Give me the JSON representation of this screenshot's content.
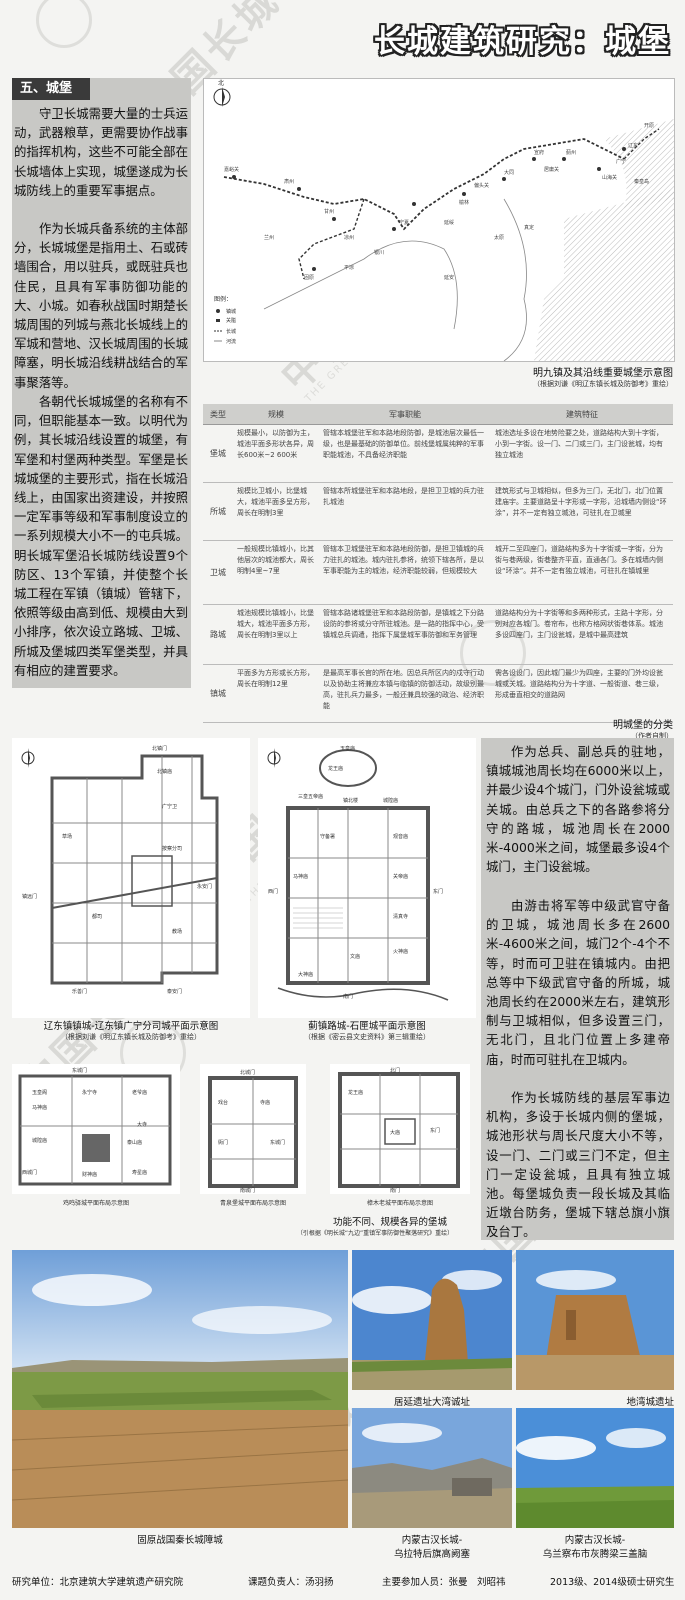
{
  "header": {
    "title": "长城建筑研究：城堡"
  },
  "watermark": {
    "cn": "中国长城",
    "en": "THE GREAT WALL OF CHINA"
  },
  "section": {
    "title": "五、城堡",
    "paragraphs": [
      "守卫长城需要大量的士兵运动，武器粮草，更需要协作战事的指挥机构，这些不可能全部在长城墙体上实现，城堡遂成为长城防线上的重要军事据点。",
      "作为长城兵备系统的主体部分，长城城堡是指用土、石或砖墙围合，用以驻兵，或既驻兵也住民，且具有军事防御功能的大、小城。如春秋战国时期楚长城周围的列城与燕北长城线上的军城和营地、汉长城周围的长城障塞，明长城沿线耕战结合的军事聚落等。",
      "各朝代长城城堡的名称有不同，但职能基本一致。以明代为例，其长城沿线设置的城堡，有军堡和村堡两种类型。军堡是长城城堡的主要形式，指在长城沿线上，由国家出资建设，并按照一定军事等级和军事制度设立的一系列规模大小不一的屯兵城。明长城军堡沿长城防线设置9个防区、13个军镇，并使整个长城工程在军镇（镇城）管辖下，依照等级由高到低、规模由大到小排序，依次设立路城、卫城、所城及堡城四类军堡类型，并具有相应的建置要求。"
    ]
  },
  "map": {
    "caption": "明九镇及其沿线重要城堡示意图",
    "source": "（根据刘谦《明辽东镇长城及防御考》重绘）",
    "north": "北",
    "legend_title": "图例：",
    "legend_items": [
      "镇城",
      "关隘",
      "长城",
      "河流"
    ],
    "places": [
      "嘉峪关",
      "肃州",
      "甘州",
      "凉州",
      "固原",
      "宁夏",
      "榆林",
      "延绥",
      "偏头关",
      "大同",
      "宣府",
      "居庸关",
      "山海关",
      "蓟州",
      "辽东",
      "开原",
      "广宁",
      "兰州",
      "平凉",
      "太原",
      "真定",
      "延安",
      "银川",
      "秦皇岛"
    ]
  },
  "table": {
    "headers": [
      "类型",
      "规模",
      "军事职能",
      "建筑特征"
    ],
    "rows": [
      {
        "type": "堡城",
        "scale": "规模最小，以防御为主，城池平面多形状各异，周长600米~2 600米",
        "military": "管辖本城堡驻军和本路地段防御，是城池层次最低一级，也是最基础的防御单位。前线堡城属纯粹的军事职能城池，不具备经济职能",
        "features": "城池选址多设在地势险要之处，道路结构大到十字街，小到一字街。设一门、二门或三门，主门设瓮城，均有独立城池"
      },
      {
        "type": "所城",
        "scale": "规模比卫城小，比堡城大，城池平面多呈方形，周长在明制3里",
        "military": "管辖本所城堡驻军和本路地段，是担卫卫城的兵力驻扎城池",
        "features": "建筑形式与卫城相似，但多为三门，无北门，北门位置建庙宇。主要道路呈十字形或一字形，沿城墙内侧设“环涂”，并不一定有独立城池，可驻扎在卫城里"
      },
      {
        "type": "卫城",
        "scale": "一般规模比镇城小，比其他层次的城池都大，周长明制4里~7里",
        "military": "管辖本卫城堡驻军和本路地段防御，是担卫镇城的兵力驻扎的城池。城内驻扎参将，统领下辖各所，是以军事职能为主的城池，经济职能较弱，但规模较大",
        "features": "城开二至四座门，道路结构多为十字街或一字街，分为街与巷两级，街巷整齐平直，直通各门。多在城墙内侧设“环涂”。并不一定有独立城池，可驻扎在镇城里"
      },
      {
        "type": "路城",
        "scale": "城池规模比镇城小，比堡城大，城池平面多方形，周长在明制3里以上",
        "military": "管辖本路诸城堡驻军和本路段防御，是镇城之下分路设防的参将或分守所驻城池。是一路的指挥中心，受镇城总兵调遣，指挥下属堡城军事防御和军务管理",
        "features": "道路结构分为十字街等和多两种形式，主路十字形，分别对应各城门。卷帘布，也称方格网状街巷体系。城池多设四座门，主门设瓮城，是城中最高建筑"
      },
      {
        "type": "镇城",
        "scale": "平面多为方形或长方形，周长在明制12里",
        "military": "是最高军事长官的所在地。因总兵所区内的戍守行动以及协助主将兼应本镇与临镇的防御活动，故级别最高，驻扎兵力最多，一般还兼具较强的政治、经济职能",
        "features": "需各设设门，因此城门最少为四座，主要的门外均设瓮城或关城。道路结构分为十字道、一般街道、巷三级，形成垂直相交的道路网"
      }
    ],
    "caption": "明城堡的分类",
    "source": "（作者自制）"
  },
  "right_text": [
    "作为总兵、副总兵的驻地，镇城城池周长均在6000米以上，并最少设4个城门，门外设瓮城或关城。由总兵之下的各路参将分守的路城，城池周长在2000米-4000米之间，城堡最多设4个城门，主门设瓮城。",
    "由游击将军等中级武官守备的卫城，城池周长多在2600米-4600米之间，城门2个-4个不等，时而可卫驻在镇城内。由把总等中下级武官守备的所城，城池周长约在2000米左右，建筑形制与卫城相似，但多设置三门，无北门，且北门位置上多建帝庙，时而可驻扎在卫城内。",
    "作为长城防线的基层军事边机构，多设于长城内侧的堡城，城池形状与周长尺度大小不等，设一门、二门或三门不定，但主门一定设瓮城，且具有独立城池。每堡城负责一段长城及其临近墩台防务，堡城下辖总旗小旗及台丁。"
  ],
  "plans": {
    "liaodong": {
      "caption": "辽东镇镇城-辽东镇广宁分司城平面示意图",
      "source": "（根据刘谦《明辽东镇长城及防御考》重绘）",
      "labels": [
        "北镇庙",
        "广宁卫",
        "按察分司",
        "都司",
        "永安门",
        "泰安门",
        "镇远门",
        "北镇门",
        "乐善门",
        "教场",
        "草场"
      ]
    },
    "jizhen": {
      "caption": "蓟镇路城-石匣城平面示意图",
      "source": "（根据《密云县文史资料》第三辑重绘）",
      "labels": [
        "玉皇庙",
        "龙王庙",
        "三皇五帝庙",
        "镇北楼",
        "城隍庙",
        "守备署",
        "文庙",
        "马神庙",
        "西门",
        "南门",
        "东门",
        "清真寺",
        "大神庙",
        "观音庙",
        "关帝庙",
        "火神庙"
      ]
    },
    "small": [
      {
        "caption": "鸡鸣驿城平面布局示意图",
        "labels": [
          "东城门",
          "西城门",
          "玉皇阁",
          "马神庙",
          "永宁寺",
          "老爷庙",
          "寿星庙",
          "泰山庙",
          "大寺",
          "城隍庙",
          "财神庙"
        ]
      },
      {
        "caption": "青泉堡城平面布局示意图",
        "labels": [
          "北城门",
          "南城门",
          "东城门",
          "戏台",
          "衙门",
          "寺庙"
        ]
      },
      {
        "caption": "樟木老城平面布局示意图",
        "labels": [
          "北门",
          "东门",
          "南门",
          "龙王庙",
          "大庙"
        ]
      }
    ],
    "caption": "功能不同、规模各异的堡城",
    "source": "（引根据《明长城“九边”重镇军事防御性聚落研究》重绘）"
  },
  "photos": [
    {
      "caption": "固原战国秦长城障城"
    },
    {
      "caption": "居延遗址大湾诚址"
    },
    {
      "caption": "地湾城遗址"
    },
    {
      "caption": "内蒙古汉长城-\n乌拉特后旗高阙塞"
    },
    {
      "caption": "内蒙古汉长城-\n乌兰察布市灰腾梁三盖脑"
    }
  ],
  "footer": {
    "unit": "研究单位：北京建筑大学建筑遗产研究院",
    "leader": "课题负责人：汤羽扬",
    "members": "主要参加人员：张曼　刘昭祎",
    "students": "2013级、2014级硕士研究生"
  },
  "colors": {
    "panel": "#c8c8c5",
    "section_title_bg": "#3a3a3a",
    "page_bg": "#f4f4f2",
    "sky": "#6f9fd8",
    "earth": "#b98d58",
    "grass": "#7d9a46"
  }
}
